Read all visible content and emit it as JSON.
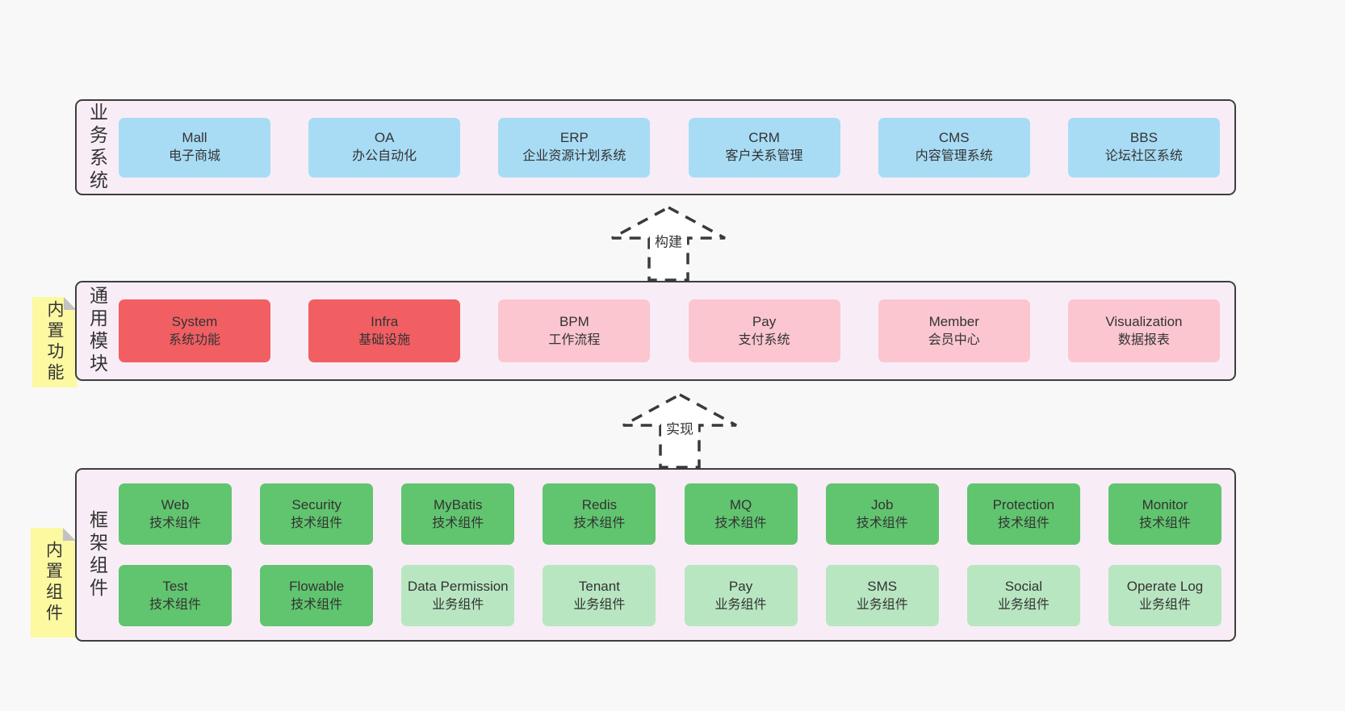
{
  "colors": {
    "page": "#f8f8f8",
    "panel": "#f8edf6",
    "panelBorder": "#3e3e3e",
    "text": "#333333",
    "arrow": "#3a3a3a",
    "blue": "#a8dcf5",
    "red": "#f15f63",
    "pink": "#fbc6d0",
    "green": "#61c56f",
    "lightgreen": "#b8e6c1",
    "sticky": "#fcf9a1",
    "stickyFold": "#c2c2c2"
  },
  "bands": [
    {
      "id": "business-systems",
      "label": "业务系统",
      "boxes": [
        {
          "en": "Mall",
          "zh": "电子商城",
          "variant": "blue"
        },
        {
          "en": "OA",
          "zh": "办公自动化",
          "variant": "blue"
        },
        {
          "en": "ERP",
          "zh": "企业资源计划系统",
          "variant": "blue"
        },
        {
          "en": "CRM",
          "zh": "客户关系管理",
          "variant": "blue"
        },
        {
          "en": "CMS",
          "zh": "内容管理系统",
          "variant": "blue"
        },
        {
          "en": "BBS",
          "zh": "论坛社区系统",
          "variant": "blue"
        }
      ]
    },
    {
      "id": "common-modules",
      "label": "通用模块",
      "sticky": "内置功能",
      "boxes": [
        {
          "en": "System",
          "zh": "系统功能",
          "variant": "red"
        },
        {
          "en": "Infra",
          "zh": "基础设施",
          "variant": "red"
        },
        {
          "en": "BPM",
          "zh": "工作流程",
          "variant": "pink"
        },
        {
          "en": "Pay",
          "zh": "支付系统",
          "variant": "pink"
        },
        {
          "en": "Member",
          "zh": "会员中心",
          "variant": "pink"
        },
        {
          "en": "Visualization",
          "zh": "数据报表",
          "variant": "pink"
        }
      ]
    },
    {
      "id": "framework-components",
      "label": "框架组件",
      "sticky": "内置组件",
      "rows": [
        [
          {
            "en": "Web",
            "zh": "技术组件",
            "variant": "green"
          },
          {
            "en": "Security",
            "zh": "技术组件",
            "variant": "green"
          },
          {
            "en": "MyBatis",
            "zh": "技术组件",
            "variant": "green"
          },
          {
            "en": "Redis",
            "zh": "技术组件",
            "variant": "green"
          },
          {
            "en": "MQ",
            "zh": "技术组件",
            "variant": "green"
          },
          {
            "en": "Job",
            "zh": "技术组件",
            "variant": "green"
          },
          {
            "en": "Protection",
            "zh": "技术组件",
            "variant": "green"
          },
          {
            "en": "Monitor",
            "zh": "技术组件",
            "variant": "green"
          }
        ],
        [
          {
            "en": "Test",
            "zh": "技术组件",
            "variant": "green"
          },
          {
            "en": "Flowable",
            "zh": "技术组件",
            "variant": "green"
          },
          {
            "en": "Data Permission",
            "zh": "业务组件",
            "variant": "lightgreen"
          },
          {
            "en": "Tenant",
            "zh": "业务组件",
            "variant": "lightgreen"
          },
          {
            "en": "Pay",
            "zh": "业务组件",
            "variant": "lightgreen"
          },
          {
            "en": "SMS",
            "zh": "业务组件",
            "variant": "lightgreen"
          },
          {
            "en": "Social",
            "zh": "业务组件",
            "variant": "lightgreen"
          },
          {
            "en": "Operate Log",
            "zh": "业务组件",
            "variant": "lightgreen"
          }
        ]
      ]
    }
  ],
  "arrows": [
    {
      "label": "构建"
    },
    {
      "label": "实现"
    }
  ]
}
